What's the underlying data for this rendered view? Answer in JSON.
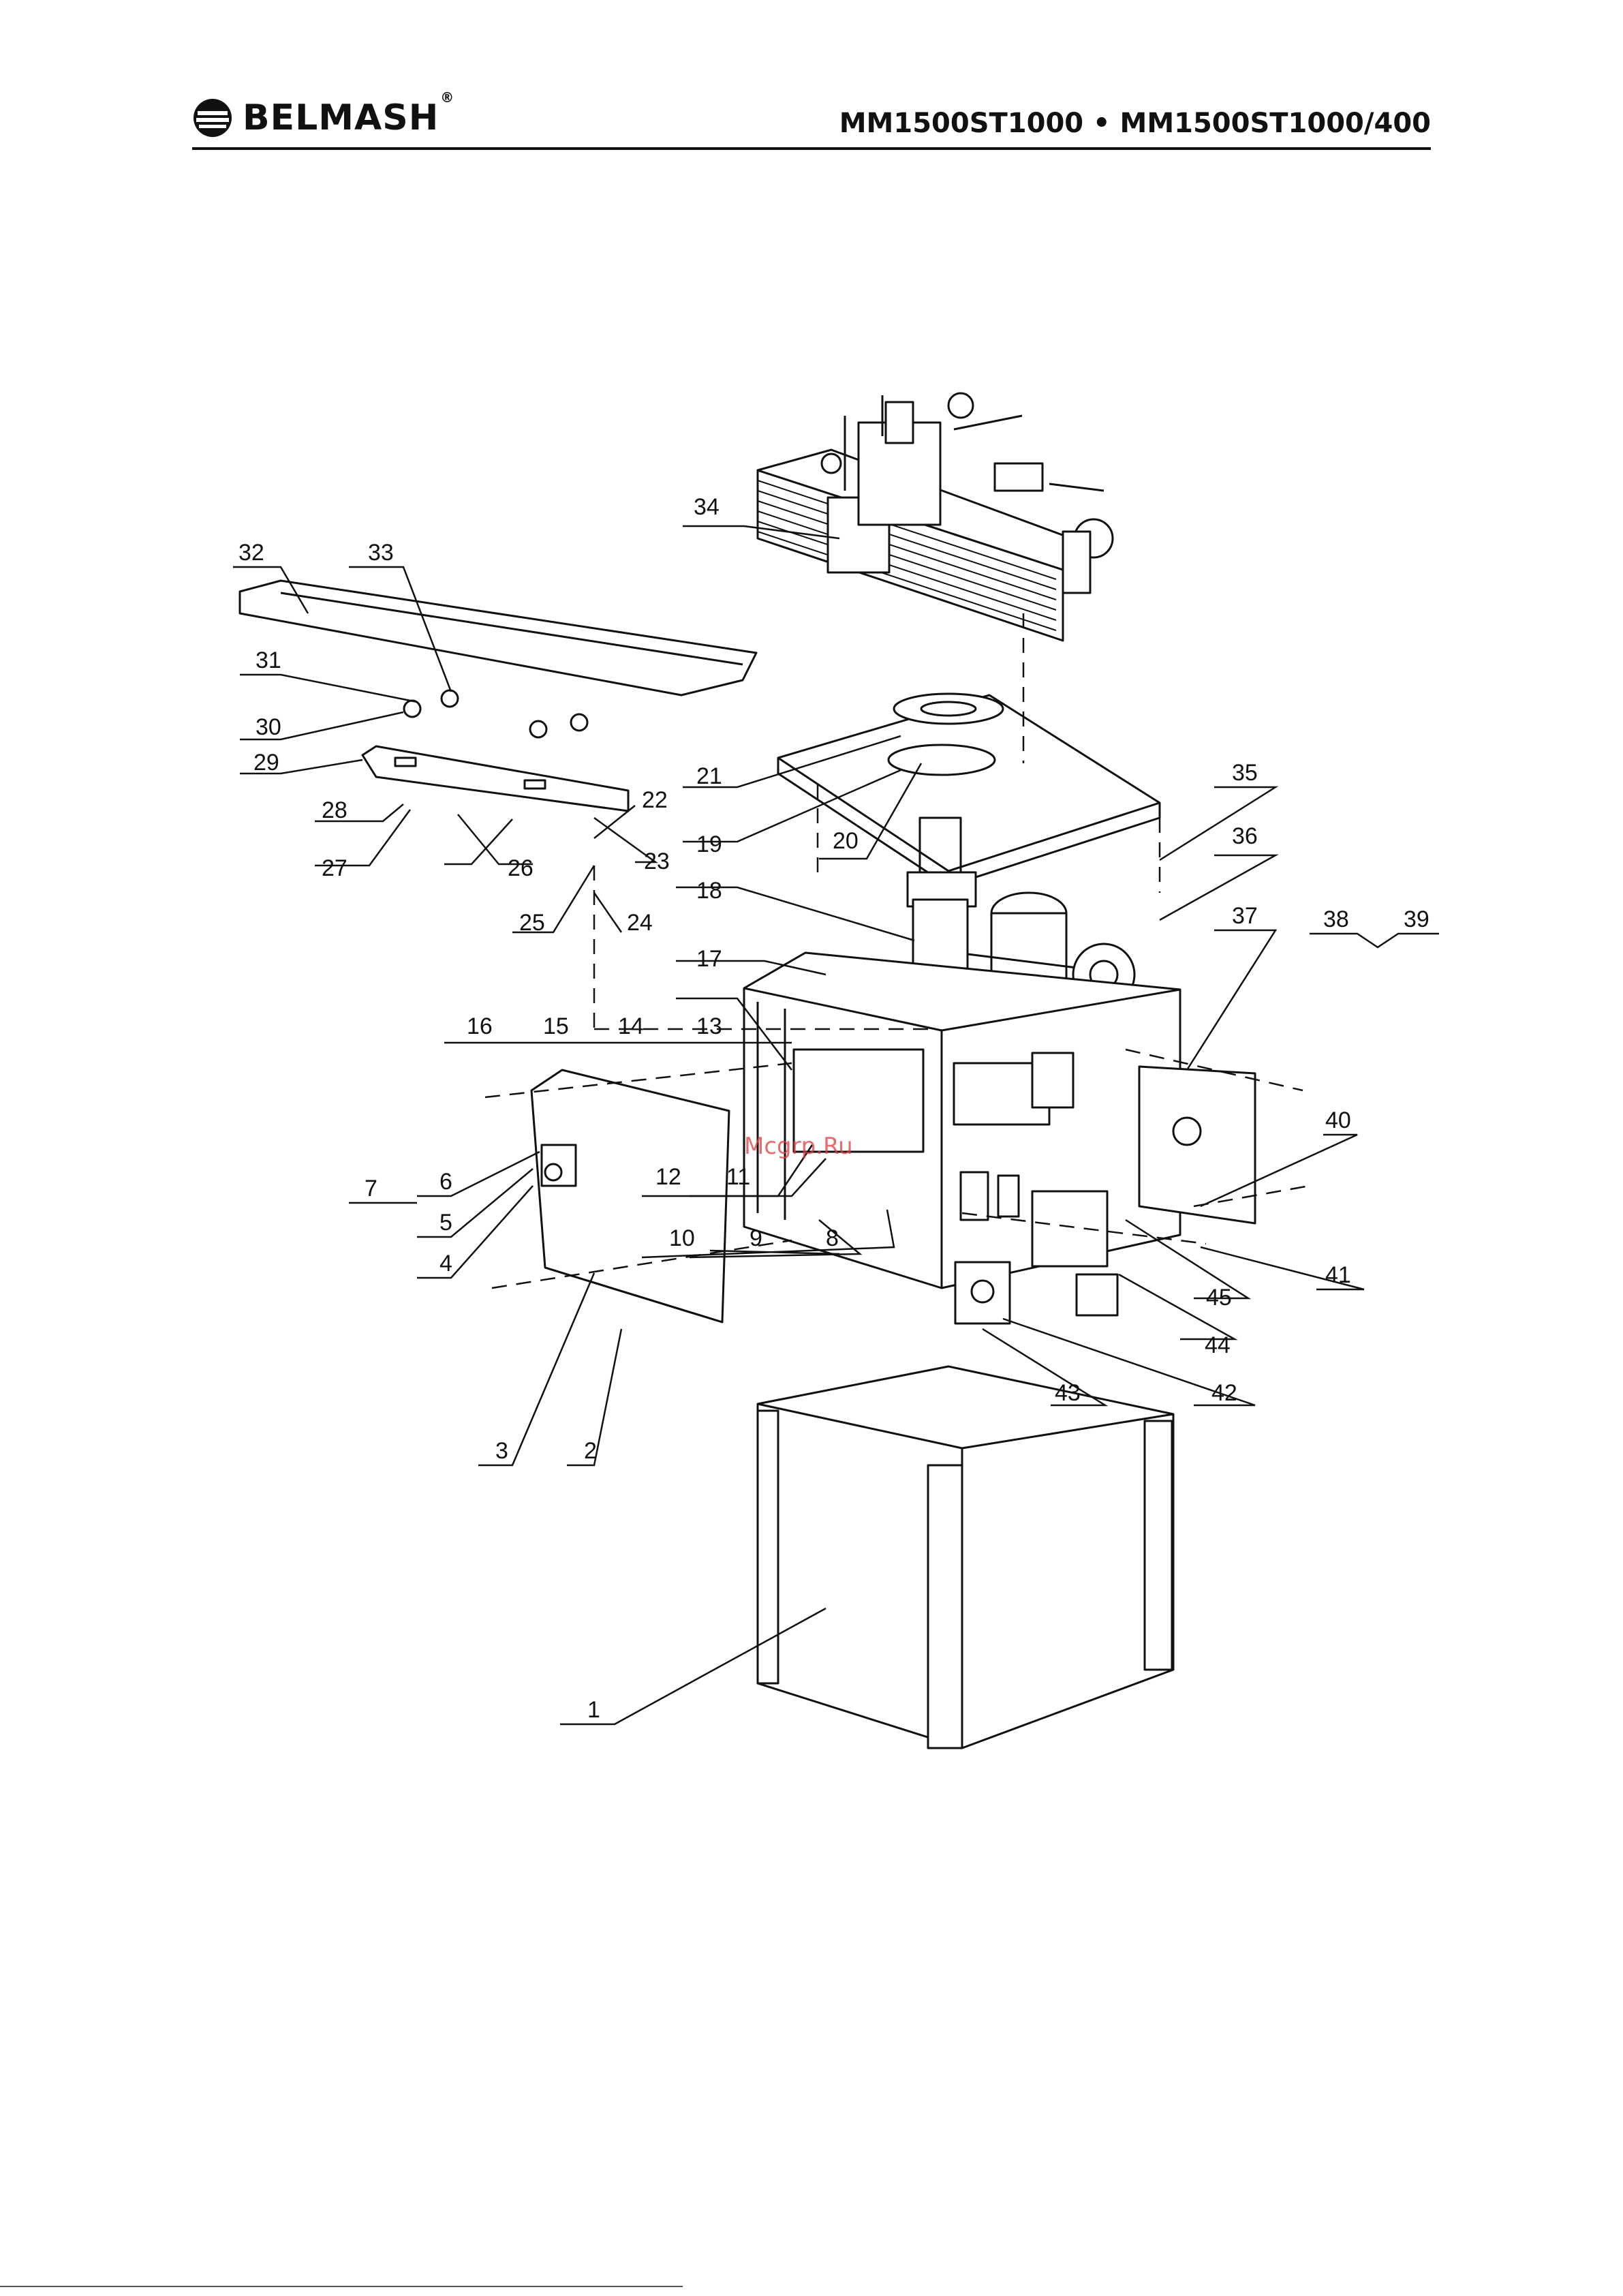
{
  "header": {
    "brand": "BELMASH",
    "registered_mark": "®",
    "model": "MM1500ST1000 • MM1500ST1000/400"
  },
  "watermark": "Mcgrp.Ru",
  "callouts": [
    "1",
    "2",
    "3",
    "4",
    "5",
    "6",
    "7",
    "8",
    "9",
    "10",
    "11",
    "12",
    "13",
    "14",
    "15",
    "16",
    "17",
    "18",
    "19",
    "20",
    "21",
    "22",
    "23",
    "24",
    "25",
    "26",
    "27",
    "28",
    "29",
    "30",
    "31",
    "32",
    "33",
    "34",
    "35",
    "36",
    "37",
    "38",
    "39",
    "40",
    "41",
    "42",
    "43",
    "44",
    "45"
  ],
  "icons": {
    "logo": "belmash-logo-icon"
  },
  "colors": {
    "ink": "#111111",
    "watermark": "#e23b3b"
  }
}
